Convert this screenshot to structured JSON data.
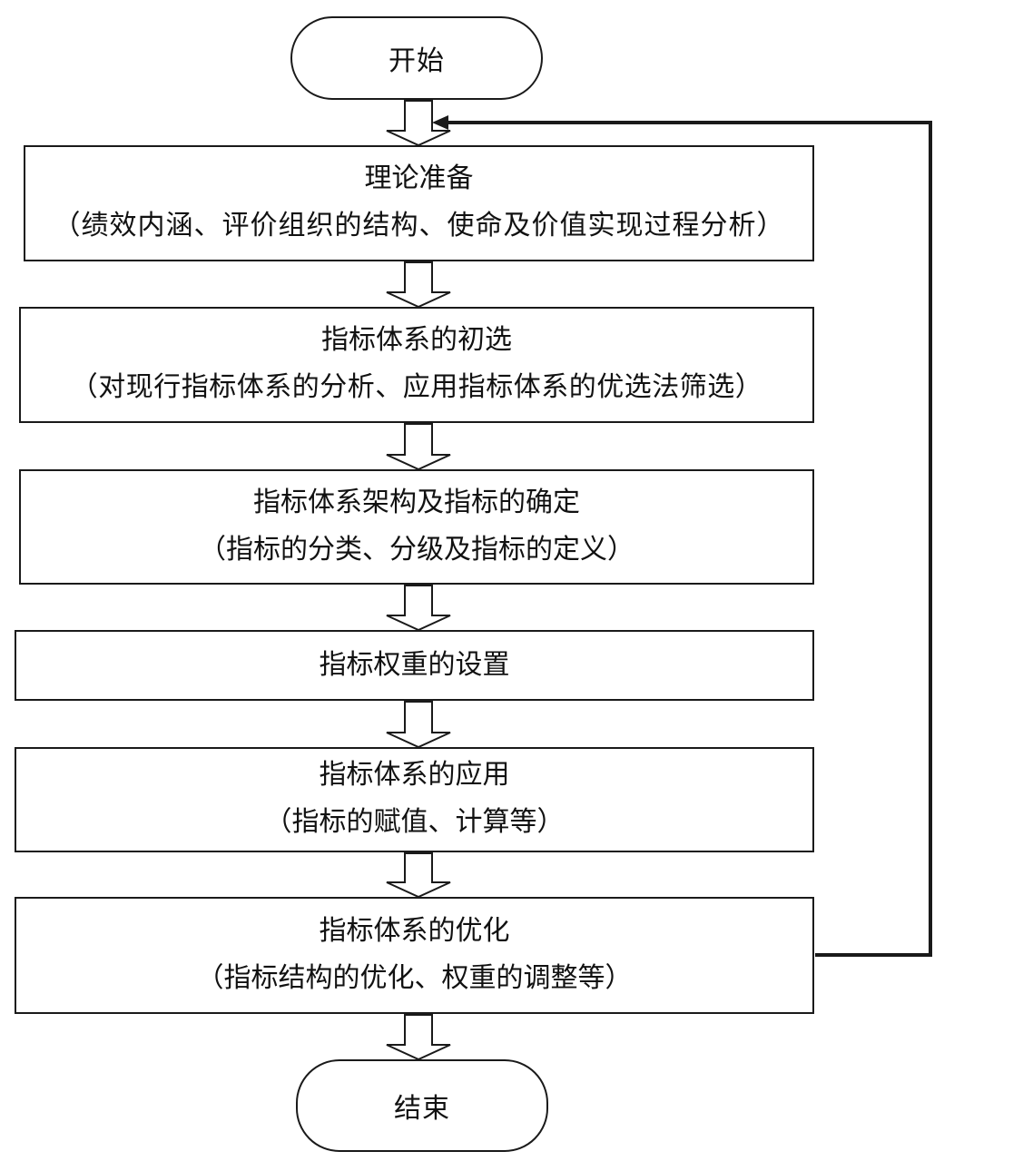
{
  "flowchart": {
    "start": "开始",
    "end": "结束",
    "steps": [
      {
        "title": "理论准备",
        "detail": "（绩效内涵、评价组织的结构、使命及价值实现过程分析）"
      },
      {
        "title": "指标体系的初选",
        "detail": "（对现行指标体系的分析、应用指标体系的优选法筛选）"
      },
      {
        "title": "指标体系架构及指标的确定",
        "detail": "（指标的分类、分级及指标的定义）"
      },
      {
        "title": "指标权重的设置",
        "detail": ""
      },
      {
        "title": "指标体系的应用",
        "detail": "（指标的赋值、计算等）"
      },
      {
        "title": "指标体系的优化",
        "detail": "（指标结构的优化、权重的调整等）"
      }
    ],
    "feedback_loop": {
      "from": "指标体系的优化",
      "to": "理论准备"
    }
  },
  "colors": {
    "line": "#1a1a1a",
    "background": "#ffffff"
  }
}
